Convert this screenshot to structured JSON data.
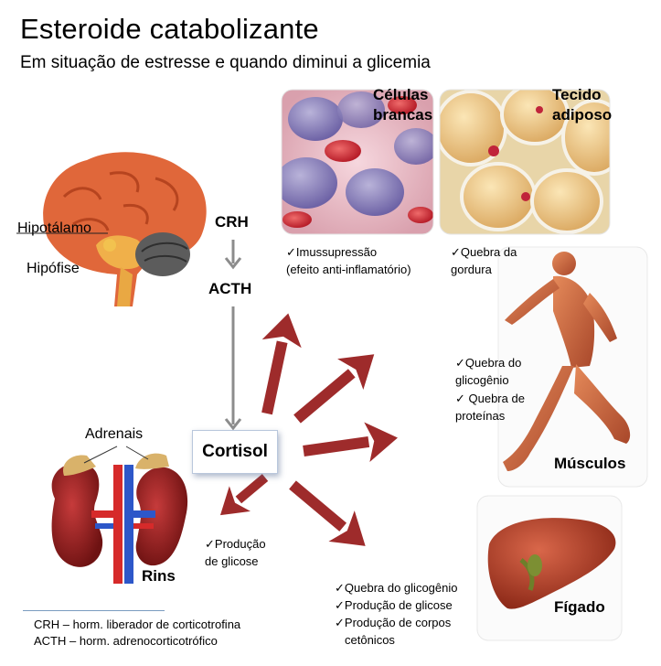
{
  "title": "Esteroide catabolizante",
  "subtitle": "Em situação de estresse e quando diminui a glicemia",
  "brain": {
    "hypothalamus": "Hipotálamo",
    "pituitary": "Hipófise"
  },
  "flow": {
    "crh": "CRH",
    "acth": "ACTH",
    "cortisol": "Cortisol"
  },
  "white_cells": {
    "label_line1": "Células",
    "label_line2": "brancas",
    "note_line1": "✓Imussupressão",
    "note_line2": "(efeito anti-inflamatório)"
  },
  "adipose": {
    "label_line1": "Tecido",
    "label_line2": "adiposo",
    "note_line1": "✓Quebra da",
    "note_line2": "gordura"
  },
  "muscles": {
    "label": "Músculos",
    "note_line1": "✓Quebra do",
    "note_line2": "glicogênio",
    "note_line3": "✓ Quebra de",
    "note_line4": "proteínas"
  },
  "liver": {
    "label": "Fígado",
    "note_line1": "✓Quebra do glicogênio",
    "note_line2": "✓Produção de glicose",
    "note_line3": "✓Produção de corpos",
    "note_line4": "cetônicos"
  },
  "kidneys": {
    "adrenals": "Adrenais",
    "label": "Rins",
    "note_line1": "✓Produção",
    "note_line2": "de glicose"
  },
  "legend": {
    "line1": "CRH – horm. liberador de corticotrofina",
    "line2": "ACTH – horm. adrenocorticotrófico"
  },
  "colors": {
    "arrow_red": "#9e2b2b",
    "arrow_gray": "#8c8c8c",
    "brain": "#e0673a",
    "kidney": "#8e1d1d",
    "liver": "#a43a24",
    "muscle": "#c8683e"
  }
}
